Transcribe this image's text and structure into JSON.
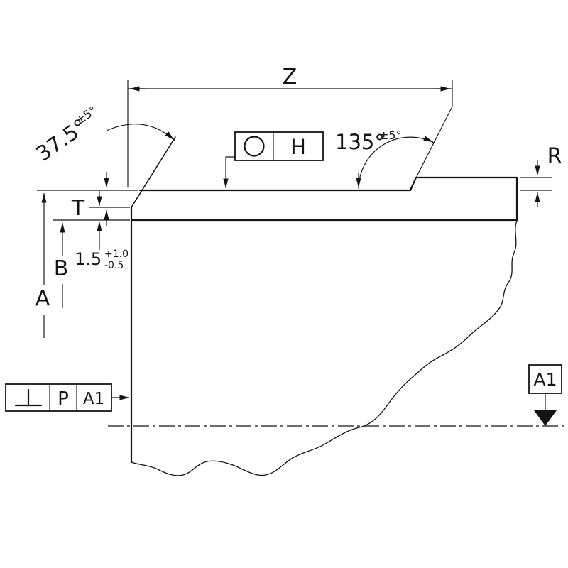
{
  "page": {
    "background": "#ffffff",
    "line_color": "#141414"
  },
  "dimensions": {
    "width_label": "Z",
    "radius_label": "R",
    "case_depth_label": "T",
    "outer_radius_label": "A",
    "inner_radius_label": "B",
    "left_angle_value": "37.5°",
    "left_angle_tolerance": "±5°",
    "right_angle_value": "135°",
    "right_angle_tolerance": "±5°",
    "depth_value": "1.5",
    "depth_tolerance_plus": "+1.0",
    "depth_tolerance_minus": "-0.5"
  },
  "annotations": {
    "h_frame": {
      "symbol_icon": "circle-icon",
      "label": "H"
    },
    "p_frame": {
      "symbol_icon": "perpendicularity-icon",
      "letter": "P",
      "datum_ref": "A1"
    },
    "datum_marker": {
      "label": "A1",
      "symbol_icon": "filled-triangle-icon"
    }
  }
}
